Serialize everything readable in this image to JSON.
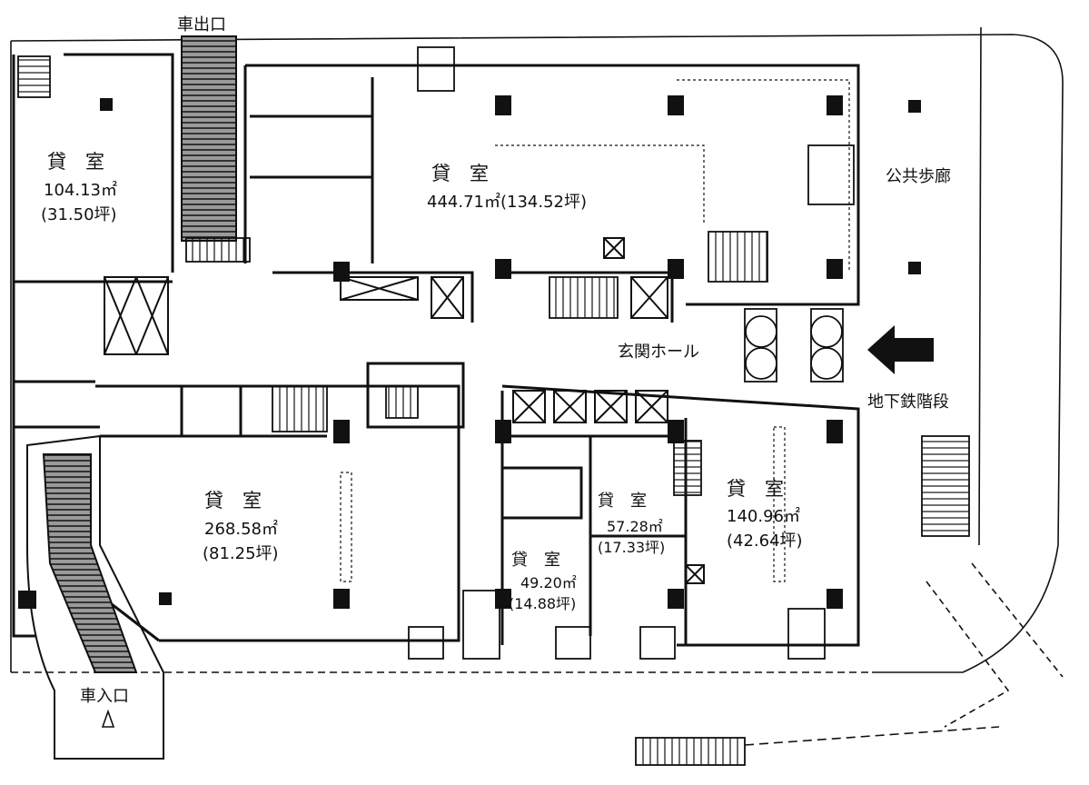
{
  "labels": {
    "car_exit": "車出口",
    "car_entrance": "車入口",
    "public_walkway": "公共歩廊",
    "entrance_hall": "玄関ホール",
    "subway_stairs": "地下鉄階段"
  },
  "rooms": [
    {
      "name": "貸　室",
      "area": "104.13㎡",
      "tsubo": "(31.50坪)"
    },
    {
      "name": "貸　室",
      "area": "444.71㎡(134.52坪)"
    },
    {
      "name": "貸　室",
      "area": "268.58㎡",
      "tsubo": "(81.25坪)"
    },
    {
      "name": "貸　室",
      "area": "57.28㎡",
      "tsubo": "(17.33坪)"
    },
    {
      "name": "貸　室",
      "area": "49.20㎡",
      "tsubo": "(14.88坪)"
    },
    {
      "name": "貸　室",
      "area": "140.96㎡",
      "tsubo": "(42.64坪)"
    }
  ],
  "colors": {
    "line": "#111111",
    "ramp": "#555555",
    "background": "#ffffff"
  },
  "icons": [
    "arrow-left-icon",
    "triangle-up-icon"
  ]
}
